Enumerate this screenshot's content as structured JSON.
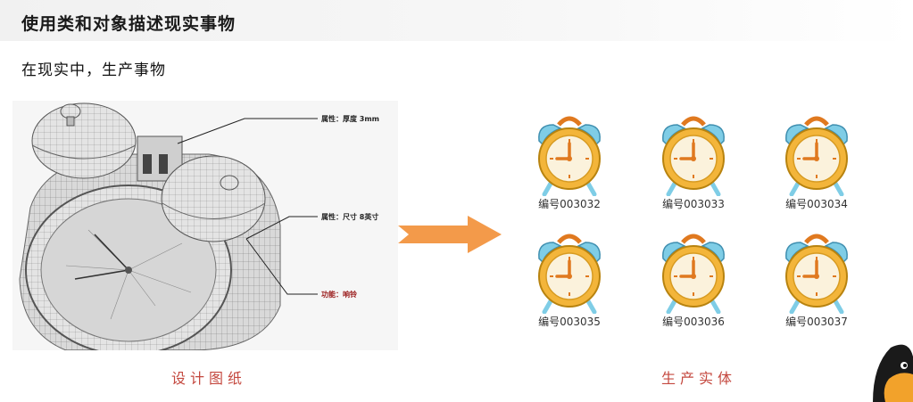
{
  "header": {
    "title": "使用类和对象描述现实事物"
  },
  "subtitle": "在现实中，生产事物",
  "design": {
    "caption": "设计图纸",
    "callouts": {
      "thickness": "属性：厚度 3mm",
      "size": "属性：尺寸 8英寸",
      "function": "功能：响铃"
    }
  },
  "products": {
    "caption": "生产实体",
    "items": [
      {
        "label": "编号003032"
      },
      {
        "label": "编号003033"
      },
      {
        "label": "编号003034"
      },
      {
        "label": "编号003035"
      },
      {
        "label": "编号003036"
      },
      {
        "label": "编号003037"
      }
    ]
  },
  "colors": {
    "accent": "#c4483f",
    "arrow": "#f39a4a",
    "clock_body": "#f3b53a",
    "clock_bells": "#7fcde6",
    "clock_hands": "#e0791f",
    "callout_red": "#9a1b1b"
  },
  "icons": [
    "alarm-clock-icon",
    "right-arrow-icon",
    "penguin-mascot-icon"
  ]
}
